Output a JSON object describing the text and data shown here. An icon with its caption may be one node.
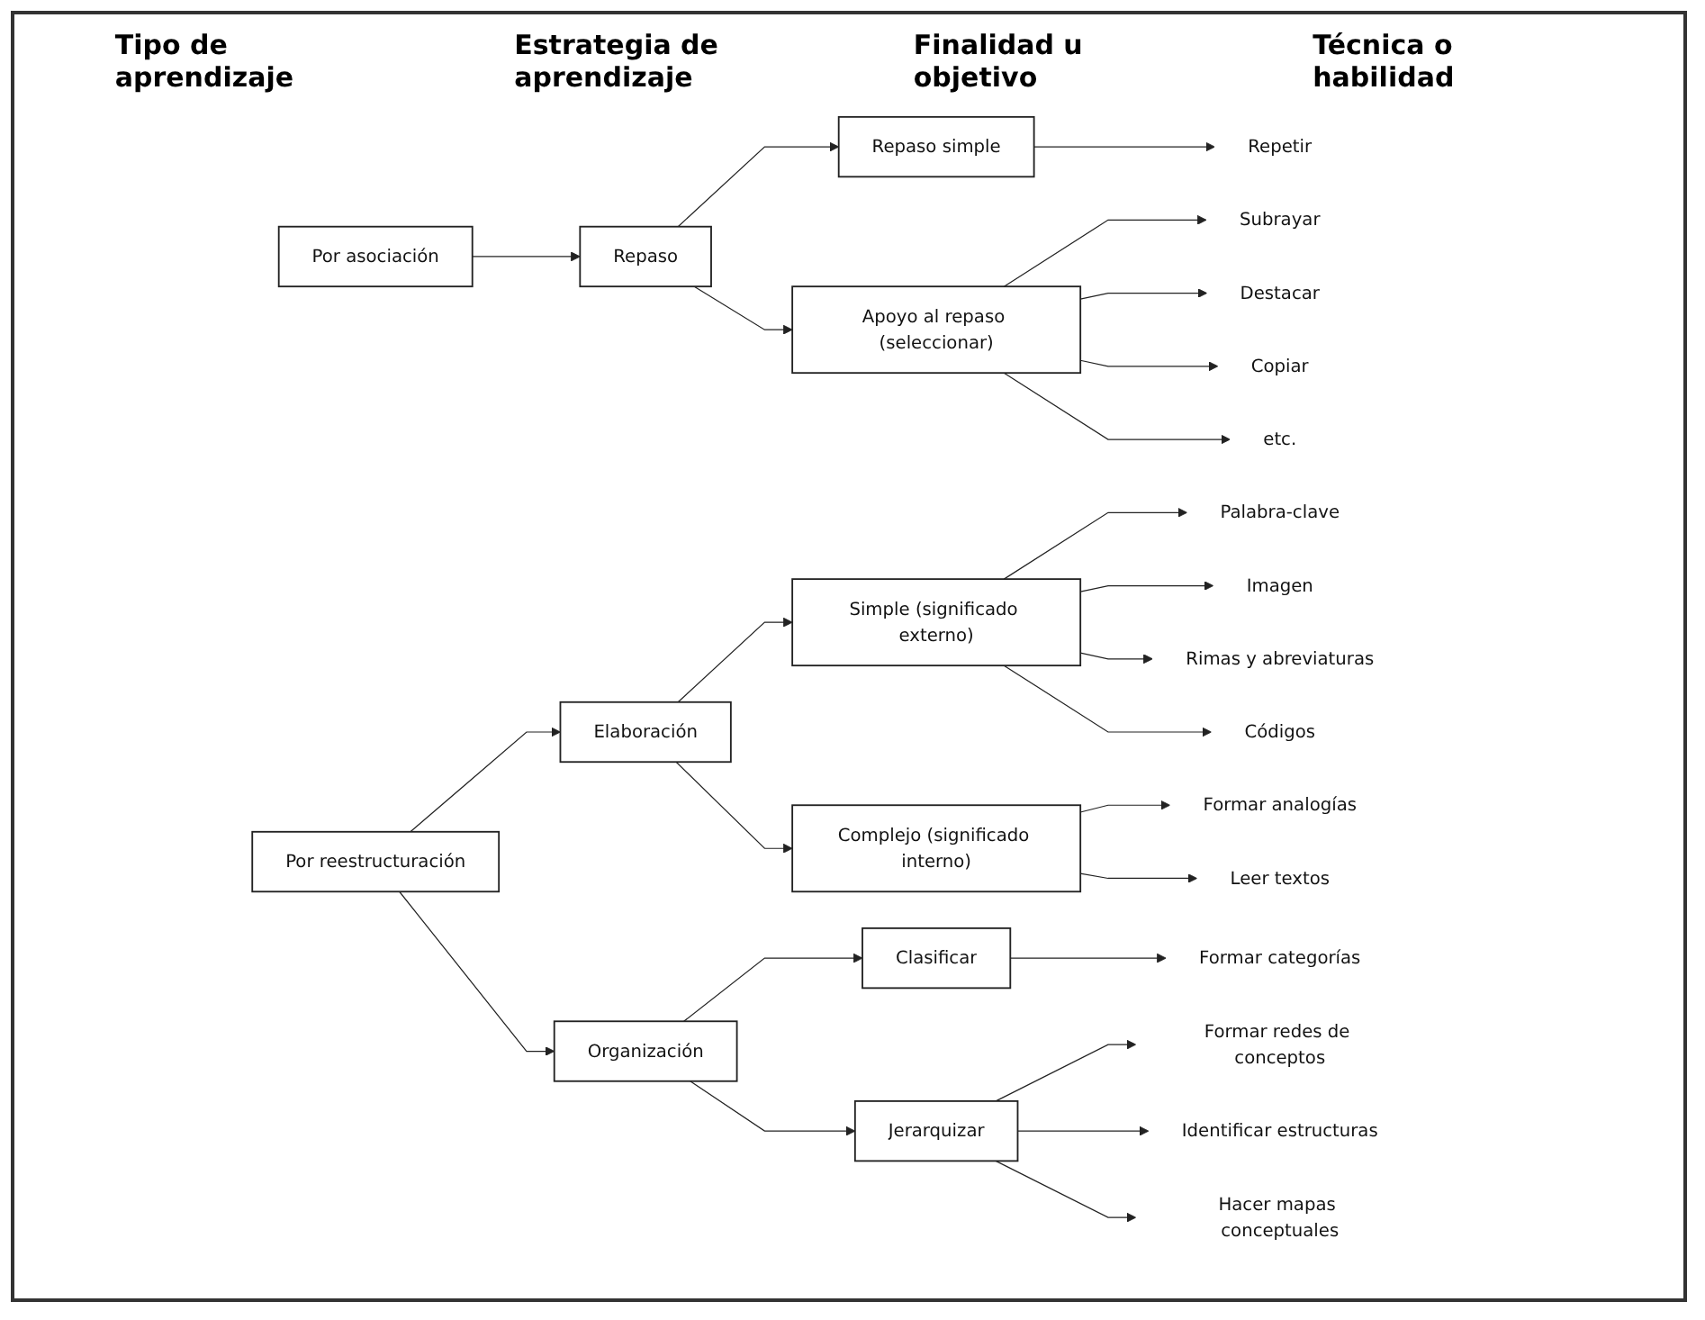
{
  "diagram": {
    "nodes": [
      {
        "text": [
          "Por asociación"
        ]
      },
      {
        "text": [
          "Repaso"
        ]
      },
      {
        "text": [
          "Repaso simple"
        ]
      },
      {
        "text": [
          "Apoyo al repaso (seleccionar)"
        ]
      },
      {
        "text": [
          "Repetir"
        ]
      },
      {
        "text": [
          "Subrayar"
        ]
      },
      {
        "text": [
          "Destacar"
        ]
      },
      {
        "text": [
          "Copiar"
        ]
      },
      {
        "text": [
          "etc."
        ]
      },
      {
        "text": [
          "Por reestructuración"
        ]
      },
      {
        "text": [
          "Elaboración"
        ]
      },
      {
        "text": [
          "Organización"
        ]
      },
      {
        "text": [
          "Simple (significado externo)"
        ]
      },
      {
        "text": [
          "Complejo (significado interno)"
        ]
      },
      {
        "text": [
          "Clasificar"
        ]
      },
      {
        "text": [
          "Jerarquizar"
        ]
      },
      {
        "text": [
          "Palabra-clave"
        ]
      },
      {
        "text": [
          "Imagen"
        ]
      },
      {
        "text": [
          "Rimas y abreviaturas"
        ]
      },
      {
        "text": [
          "Códigos"
        ]
      },
      {
        "text": [
          "Formar analogías"
        ]
      },
      {
        "text": [
          "Leer textos"
        ]
      },
      {
        "text": [
          "Formar categorías"
        ]
      },
      {
        "text": [
          "Formar redes de conceptos"
        ]
      },
      {
        "text": [
          "Identificar estructuras"
        ]
      },
      {
        "text": [
          "Hacer mapas conceptuales"
        ]
      }
    ],
    "edges": [
      {
        "from": 0,
        "to": 1,
        "arrow": "to"
      },
      {
        "from": 1,
        "to": 2,
        "arrow": "to"
      },
      {
        "from": 1,
        "to": 3,
        "arrow": "to"
      },
      {
        "from": 2,
        "to": 4,
        "arrow": "to"
      },
      {
        "from": 3,
        "to": 5,
        "arrow": "to"
      },
      {
        "from": 3,
        "to": 6,
        "arrow": "to"
      },
      {
        "from": 3,
        "to": 7,
        "arrow": "to"
      },
      {
        "from": 3,
        "to": 8,
        "arrow": "to"
      },
      {
        "from": 9,
        "to": 10,
        "arrow": "to"
      },
      {
        "from": 9,
        "to": 11,
        "arrow": "to"
      },
      {
        "from": 10,
        "to": 12,
        "arrow": "to"
      },
      {
        "from": 10,
        "to": 13,
        "arrow": "to"
      },
      {
        "from": 11,
        "to": 14,
        "arrow": "to"
      },
      {
        "from": 11,
        "to": 15,
        "arrow": "to"
      },
      {
        "from": 12,
        "to": 16,
        "arrow": "to"
      },
      {
        "from": 12,
        "to": 17,
        "arrow": "to"
      },
      {
        "from": 12,
        "to": 18,
        "arrow": "to"
      },
      {
        "from": 12,
        "to": 19,
        "arrow": "to"
      },
      {
        "from": 13,
        "to": 20,
        "arrow": "to"
      },
      {
        "from": 13,
        "to": 21,
        "arrow": "to"
      },
      {
        "from": 14,
        "to": 22,
        "arrow": "to"
      },
      {
        "from": 15,
        "to": 23,
        "arrow": "to"
      },
      {
        "from": 15,
        "to": 24,
        "arrow": "to"
      },
      {
        "from": 15,
        "to": 25,
        "arrow": "to"
      }
    ],
    "labels": [
      "Tipo de aprendizaje",
      "Estrategia de aprendizaje",
      "Finalidad u objetivo",
      "Técnica o habilidad"
    ]
  }
}
